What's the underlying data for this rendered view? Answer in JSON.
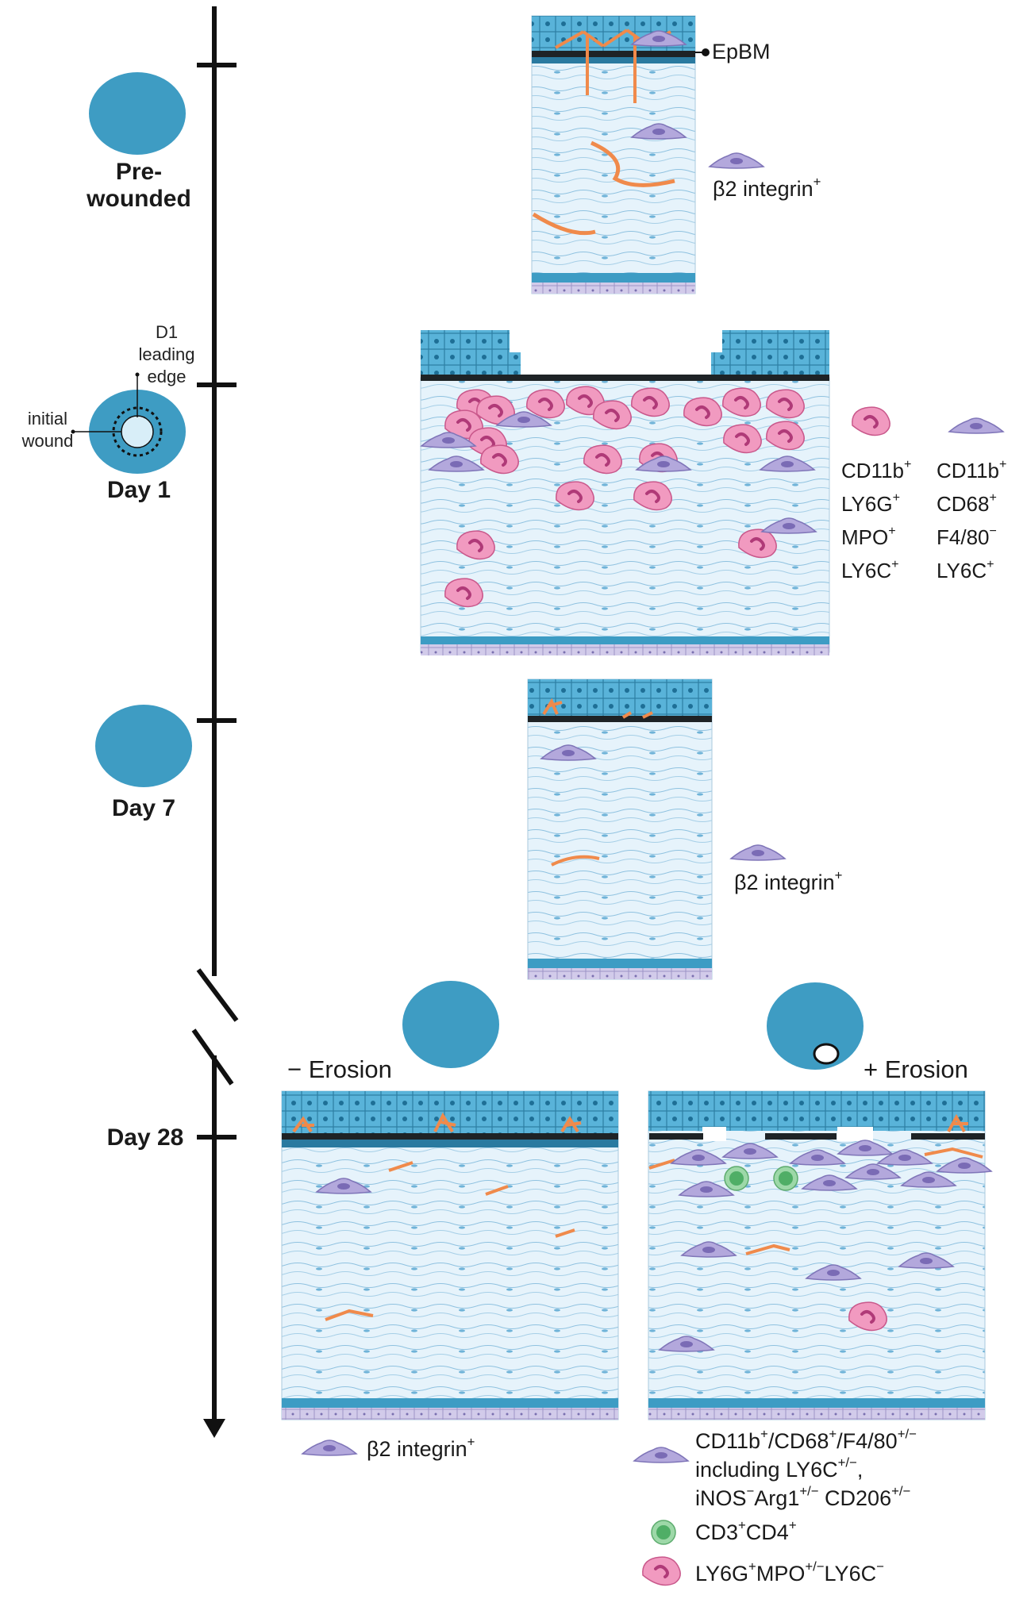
{
  "stages": {
    "prewounded": "Pre-\nwounded",
    "day1": "Day 1",
    "day7": "Day 7",
    "day28": "Day 28"
  },
  "day1_annotations": {
    "leading_edge": "D1\nleading\nedge",
    "initial_wound": "initial\nwound"
  },
  "epbm_label": "EpBM",
  "legends": {
    "prewounded": {
      "base": "β2 integrin",
      "sup": "+"
    },
    "day7": {
      "base": "β2 integrin",
      "sup": "+"
    },
    "day28_minus": {
      "base": "β2 integrin",
      "sup": "+"
    }
  },
  "day1_markers": {
    "neutrophil": [
      {
        "base": "CD11b",
        "sup": "+"
      },
      {
        "base": "LY6G",
        "sup": "+"
      },
      {
        "base": "MPO",
        "sup": "+"
      },
      {
        "base": "LY6C",
        "sup": "+"
      }
    ],
    "monocyte": [
      {
        "base": "CD11b",
        "sup": "+"
      },
      {
        "base": "CD68",
        "sup": "+"
      },
      {
        "base": "F4/80",
        "sup": "−"
      },
      {
        "base": "LY6C",
        "sup": "+"
      }
    ]
  },
  "erosion": {
    "minus": "− Erosion",
    "plus": "+ Erosion"
  },
  "day28_plus_legend": {
    "macrophage_line1": [
      {
        "base": "CD11b",
        "sup": "+"
      },
      {
        "base": "/CD68",
        "sup": "+"
      },
      {
        "base": "/F4/80",
        "sup": "+/−"
      }
    ],
    "macrophage_line2": [
      {
        "base": "including LY6C",
        "sup": "+/−"
      },
      {
        "base": ",",
        "sup": ""
      }
    ],
    "macrophage_line3": [
      {
        "base": "iNOS",
        "sup": "−"
      },
      {
        "base": "Arg1",
        "sup": "+/−"
      },
      {
        "base": " CD206",
        "sup": "+/−"
      }
    ],
    "tcell": [
      {
        "base": "CD3",
        "sup": "+"
      },
      {
        "base": "CD4",
        "sup": "+"
      }
    ],
    "neutrophil": [
      {
        "base": "LY6G",
        "sup": "+"
      },
      {
        "base": "MPO",
        "sup": "+/−"
      },
      {
        "base": "LY6C",
        "sup": "−"
      }
    ]
  },
  "colors": {
    "epithelium": "#3d9cc4",
    "stroma": "#e4f2fa",
    "basement_membrane": "#1e2326",
    "eye_disc": "#3e9cc3",
    "macrophage": "#b3a8dc",
    "neutrophil": "#f19ac0",
    "t_cell": "#7bc98a",
    "nerve": "#f08a4b",
    "endothelium": "#c4bce0"
  }
}
